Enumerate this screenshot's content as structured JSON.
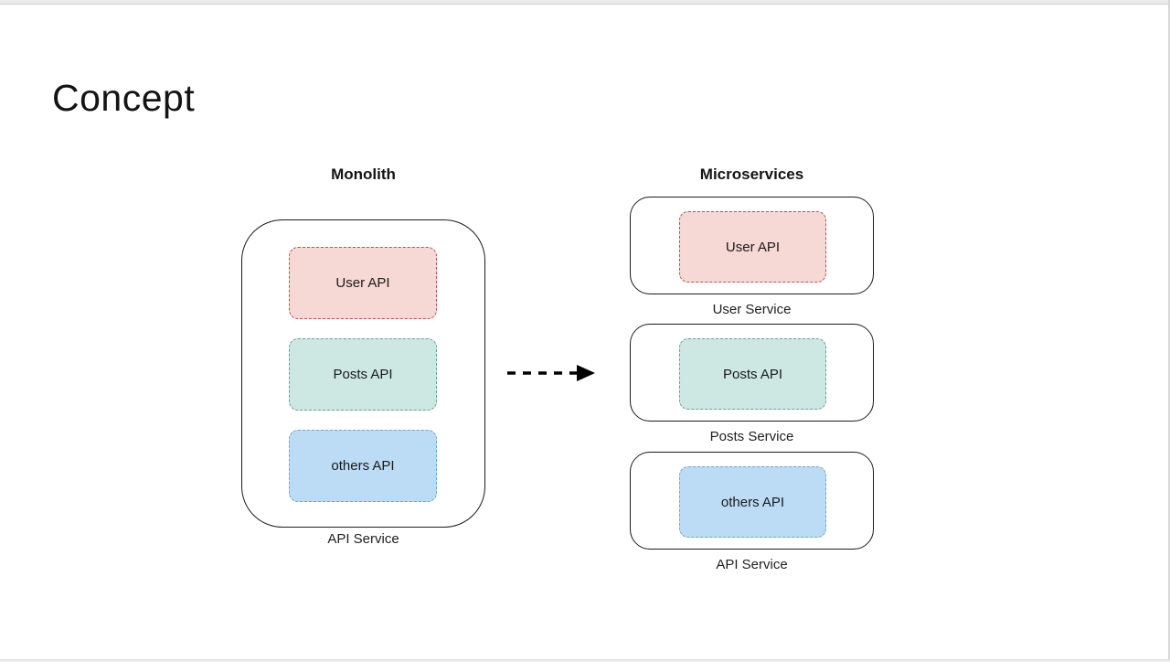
{
  "slide": {
    "title": "Concept"
  },
  "diagram": {
    "arrow": {
      "name": "monolith-to-microservices-arrow",
      "style": "dashed",
      "color": "#000000"
    },
    "monolith": {
      "header": "Monolith",
      "container_label": "API Service",
      "boxes": [
        {
          "label": "User API",
          "fill": "#f6d8d4",
          "stroke": "#b85450"
        },
        {
          "label": "Posts API",
          "fill": "#cde7e3",
          "stroke": "#6a9e9a"
        },
        {
          "label": "others API",
          "fill": "#bbdcf4",
          "stroke": "#74a5cd"
        }
      ]
    },
    "microservices": {
      "header": "Microservices",
      "services": [
        {
          "label": "User Service",
          "box": {
            "label": "User API",
            "fill": "#f6d8d4",
            "stroke": "#b85450"
          }
        },
        {
          "label": "Posts Service",
          "box": {
            "label": "Posts API",
            "fill": "#cde7e3",
            "stroke": "#6a9e9a"
          }
        },
        {
          "label": "API Service",
          "box": {
            "label": "others API",
            "fill": "#bbdcf4",
            "stroke": "#74a5cd"
          }
        }
      ]
    }
  }
}
